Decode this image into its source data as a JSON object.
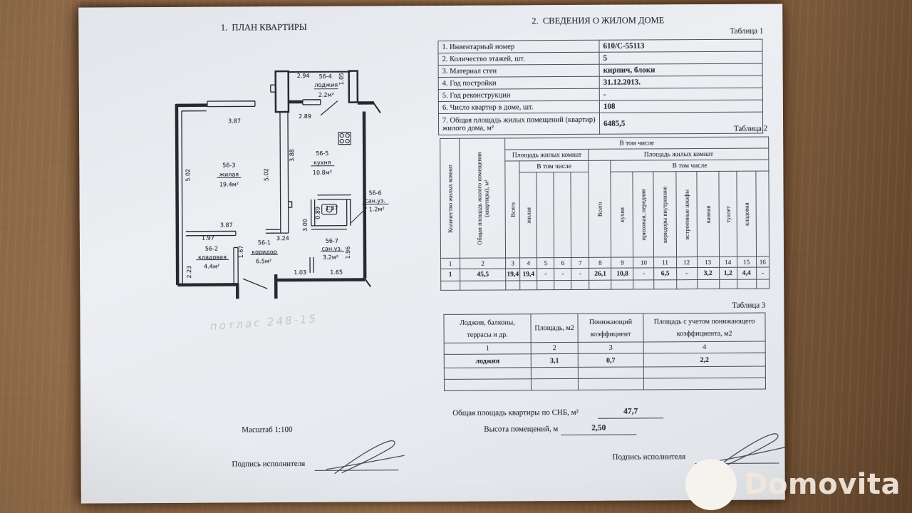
{
  "page": {
    "left_title": "1.  ПЛАН КВАРТИРЫ",
    "right_title": "2.  СВЕДЕНИЯ О ЖИЛОМ ДОМЕ",
    "scale_label": "Масштаб 1:100",
    "signature_label_left": "Подпись исполнителя",
    "signature_label_right": "Подпись исполнителя",
    "handwritten_note": "потлас 248-15",
    "paper_color": "#e9ebef",
    "wood_color": "#8c6544"
  },
  "table1": {
    "caption": "Таблица 1",
    "rows": [
      {
        "label": "1. Инвентарный номер",
        "value": "610/С-55113"
      },
      {
        "label": "2. Количество этажей, шт.",
        "value": "5"
      },
      {
        "label": "3. Материал стен",
        "value": "кирпич, блоки"
      },
      {
        "label": "4. Год постройки",
        "value": "31.12.2013."
      },
      {
        "label": "5. Год реконструкции",
        "value": "-"
      },
      {
        "label": "6. Число квартир в доме, шт.",
        "value": "108"
      },
      {
        "label": "7. Общая площадь жилых помещений (квартир) жилого дома, м²",
        "value": "6485,5"
      }
    ]
  },
  "table2": {
    "caption": "Таблица 2",
    "h": {
      "col1": "Количество жилых комнат",
      "col2": "Общая площадь жилого помещения (квартиры), м²",
      "vtc1": "В том числе",
      "g1": "Площадь жилых комнат",
      "g2": "Площадь жилых комнат",
      "vtc2": "В том числе",
      "vtc3": "В том числе"
    },
    "v": {
      "vsego1": "Всего",
      "zhilaya": "жилая",
      "vsego2": "Всего",
      "kukhnya": "кухня",
      "prihozhaya": "прихожая, передняя",
      "koridory": "коридоры внутренние",
      "shkafy": "встроенные шкафы",
      "vannaya": "ванная",
      "tualet": "туалет",
      "kladovaya": "кладовая"
    },
    "number_row": [
      "1",
      "2",
      "3",
      "4",
      "5",
      "6",
      "7",
      "8",
      "9",
      "10",
      "11",
      "12",
      "13",
      "14",
      "15",
      "16"
    ],
    "data_row": [
      "1",
      "45,5",
      "19,4",
      "19,4",
      "-",
      "-",
      "-",
      "26,1",
      "10,8",
      "-",
      "6,5",
      "-",
      "3,2",
      "1,2",
      "4,4",
      "-"
    ]
  },
  "table3": {
    "caption": "Таблица 3",
    "headers": [
      "Лоджии, балконы, террасы и др.",
      "Площадь, м2",
      "Понижающий коэффициент",
      "Площадь с учетом понижающего коэффициента, м2"
    ],
    "number_row": [
      "1",
      "2",
      "3",
      "4"
    ],
    "data_row": [
      "лоджия",
      "3,1",
      "0,7",
      "2,2"
    ]
  },
  "summary": {
    "total_area_label": "Общая площадь квартиры по СНБ, м²",
    "total_area_value": "47,7",
    "height_label": "Высота помещений, м",
    "height_value": "2,50"
  },
  "plan": {
    "labels": {
      "d294": "2.94",
      "n564": "56-4",
      "loggia": "лоджия",
      "loggia_area": "2.2м²",
      "d105": "1.05",
      "d289": "2.89",
      "d387a": "3.87",
      "d502a": "5.02",
      "d502b": "5.02",
      "d388": "3.88",
      "n563": "56-3",
      "zhilaya": "жилая",
      "zhilaya_area": "19.4м²",
      "n565": "56-5",
      "kitchen": "кухня",
      "kitchen_area": "10.8м²",
      "n566": "56-6",
      "sanuz6": "сан.уз.",
      "sanuz6_area": "1.2м²",
      "d387b": "3.87",
      "d197": "1.97",
      "n562": "56-2",
      "kladovaya": "кладовая",
      "kladovaya_area": "4.4м²",
      "d223": "2.23",
      "d167": "1.67",
      "n561": "56-1",
      "koridor": "коридор",
      "koridor_area": "6.5м²",
      "d324": "3.24",
      "d300": "3.00",
      "d089": "0.89",
      "d137": "1.37",
      "n567": "56-7",
      "sanuz7": "сан.уз.",
      "sanuz7_area": "3.2м²",
      "d196": "1.96",
      "d103": "1.03",
      "d165": "1.65"
    }
  },
  "watermark": {
    "brand": "Domovita"
  }
}
